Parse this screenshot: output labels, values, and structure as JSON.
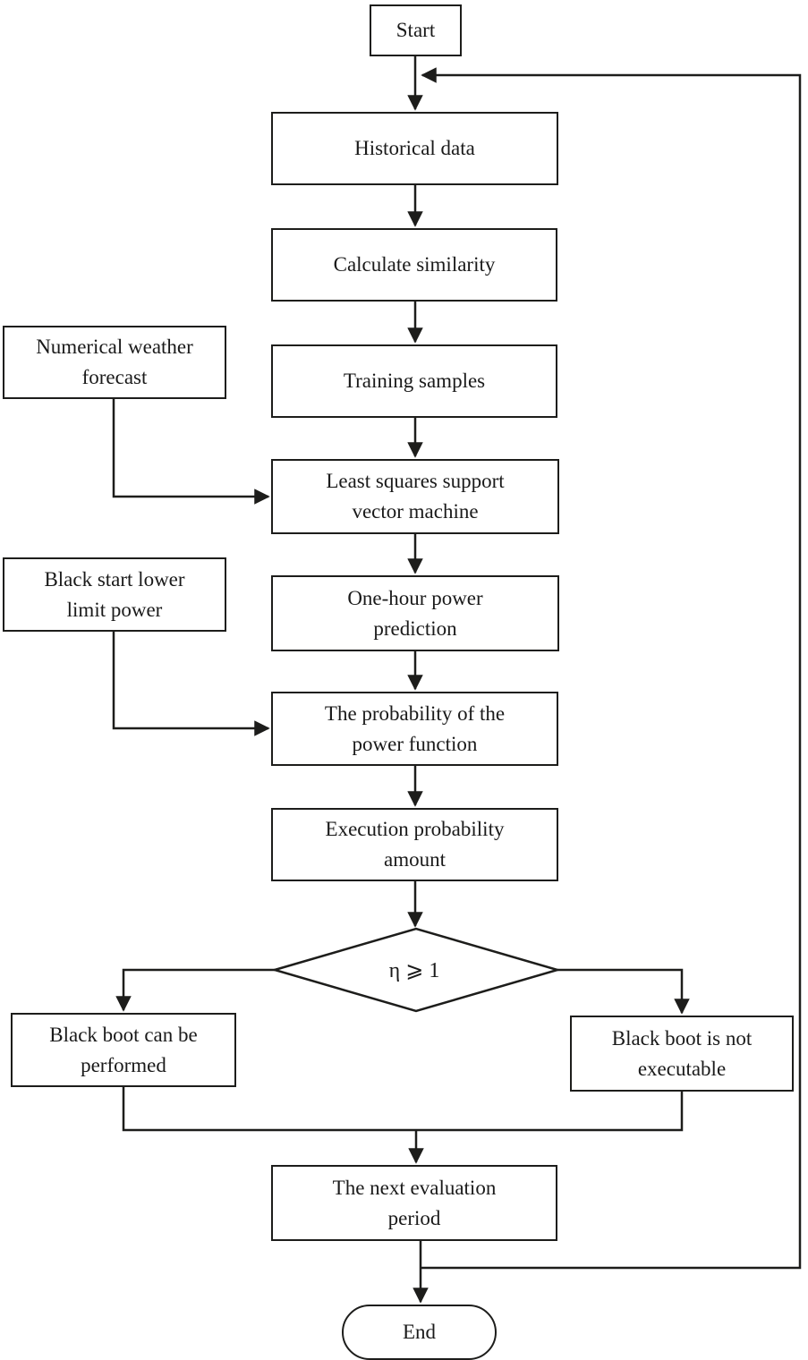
{
  "colors": {
    "ink": "#1d1d1b",
    "background": "#ffffff"
  },
  "nodes": {
    "start": {
      "shape": "rectangle",
      "lines": [
        "Start"
      ]
    },
    "historical_data": {
      "shape": "rectangle",
      "lines": [
        "Historical data"
      ]
    },
    "calculate_similarity": {
      "shape": "rectangle",
      "lines": [
        "Calculate similarity"
      ]
    },
    "training_samples": {
      "shape": "rectangle",
      "lines": [
        "Training samples"
      ]
    },
    "numerical_weather_forecast": {
      "shape": "rectangle",
      "lines": [
        "Numerical weather",
        "forecast"
      ]
    },
    "least_squares_svm": {
      "shape": "rectangle",
      "lines": [
        "Least squares support",
        "vector machine"
      ]
    },
    "one_hour_power_prediction": {
      "shape": "rectangle",
      "lines": [
        "One-hour power",
        "prediction"
      ]
    },
    "black_start_lower_limit_power": {
      "shape": "rectangle",
      "lines": [
        "Black start lower",
        "limit power"
      ]
    },
    "probability_of_power_function": {
      "shape": "rectangle",
      "lines": [
        "The probability of the",
        "power function"
      ]
    },
    "execution_probability_amount": {
      "shape": "rectangle",
      "lines": [
        "Execution probability",
        "amount"
      ]
    },
    "decision": {
      "shape": "diamond",
      "lines": [
        "η ⩾ 1"
      ]
    },
    "black_boot_can_be_performed": {
      "shape": "rectangle",
      "lines": [
        "Black boot can be",
        "performed"
      ]
    },
    "black_boot_not_executable": {
      "shape": "rectangle",
      "lines": [
        "Black boot is not",
        "executable"
      ]
    },
    "next_evaluation_period": {
      "shape": "rectangle",
      "lines": [
        "The next evaluation",
        "period"
      ]
    },
    "end": {
      "shape": "terminator",
      "lines": [
        "End"
      ]
    }
  },
  "edges": [
    {
      "from": "start",
      "to": "historical_data"
    },
    {
      "from": "historical_data",
      "to": "calculate_similarity"
    },
    {
      "from": "calculate_similarity",
      "to": "training_samples"
    },
    {
      "from": "training_samples",
      "to": "least_squares_svm"
    },
    {
      "from": "numerical_weather_forecast",
      "to": "least_squares_svm"
    },
    {
      "from": "least_squares_svm",
      "to": "one_hour_power_prediction"
    },
    {
      "from": "one_hour_power_prediction",
      "to": "probability_of_power_function"
    },
    {
      "from": "black_start_lower_limit_power",
      "to": "probability_of_power_function"
    },
    {
      "from": "probability_of_power_function",
      "to": "execution_probability_amount"
    },
    {
      "from": "execution_probability_amount",
      "to": "decision"
    },
    {
      "from": "decision",
      "to": "black_boot_can_be_performed"
    },
    {
      "from": "decision",
      "to": "black_boot_not_executable"
    },
    {
      "from": "black_boot_can_be_performed",
      "to": "next_evaluation_period"
    },
    {
      "from": "black_boot_not_executable",
      "to": "next_evaluation_period"
    },
    {
      "from": "next_evaluation_period",
      "to": "end"
    },
    {
      "from": "next_evaluation_period",
      "to": "historical_data"
    }
  ]
}
